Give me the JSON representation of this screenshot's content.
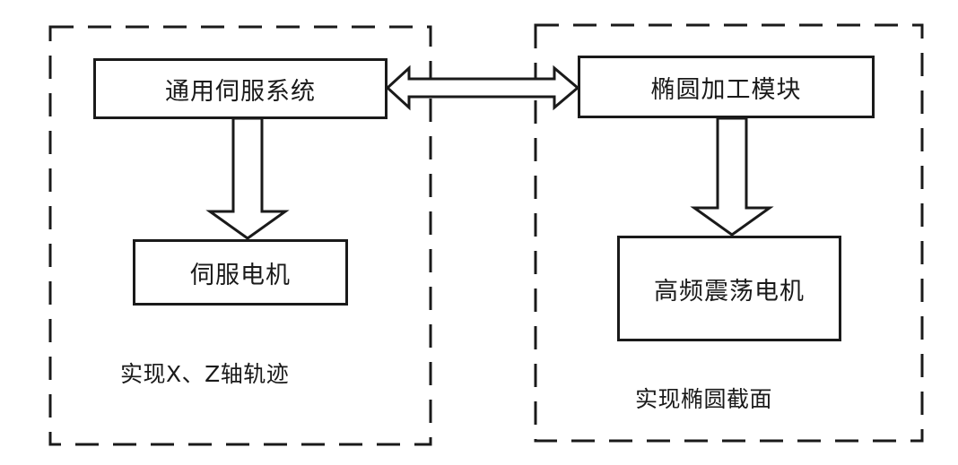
{
  "groups": {
    "left": {
      "caption": "实现X、Z轴轨迹"
    },
    "right": {
      "caption": "实现椭圆截面"
    }
  },
  "blocks": {
    "general_servo_system": "通用伺服系统",
    "servo_motor": "伺服电机",
    "ellipse_processing_module": "椭圆加工模块",
    "high_frequency_vibration_motor": "高频震荡电机"
  },
  "colors": {
    "stroke": "#1a1a1a",
    "background": "#ffffff"
  }
}
